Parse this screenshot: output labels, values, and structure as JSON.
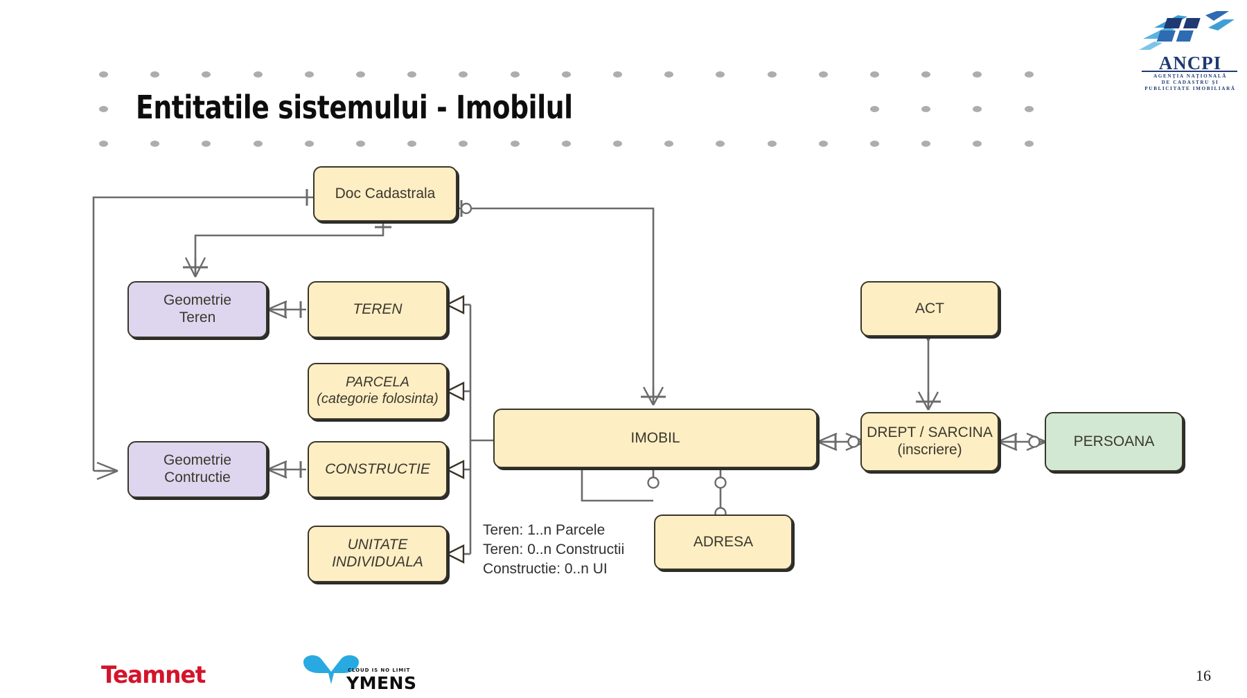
{
  "slide": {
    "title": "Entitatile sistemului  - Imobilul",
    "page_number": "16",
    "background_color": "#ffffff",
    "dot_color": "#adadad"
  },
  "logo_ancpi": {
    "name": "ANCPI",
    "subtitle_line1": "AGENȚIA NAȚIONALĂ",
    "subtitle_line2": "DE CADASTRU ȘI",
    "subtitle_line3": "PUBLICITATE IMOBILIARĂ",
    "color": "#1f3a73"
  },
  "footer": {
    "teamnet_label": "Teamnet",
    "teamnet_color": "#d3142b",
    "ymens_label": "YMENS",
    "ymens_tagline": "CLOUD IS NO LIMIT",
    "ymens_color": "#29a9e1"
  },
  "diagram": {
    "type": "entity-relationship",
    "colors": {
      "entity_yellow": "#fdeec4",
      "entity_purple": "#ded6ef",
      "entity_green": "#d2e8d2",
      "border": "#3a3528",
      "connector": "#6b6b6b"
    },
    "nodes": [
      {
        "id": "doc",
        "label": "Doc Cadastrala",
        "fill": "yellow",
        "italic": false
      },
      {
        "id": "geoteren",
        "label": "Geometrie\nTeren",
        "fill": "purple",
        "italic": false
      },
      {
        "id": "teren",
        "label": "TEREN",
        "fill": "yellow",
        "italic": true
      },
      {
        "id": "parcela",
        "label": "PARCELA\n(categorie folosinta)",
        "fill": "yellow",
        "italic": true
      },
      {
        "id": "geoconstr",
        "label": "Geometrie\nContructie",
        "fill": "purple",
        "italic": false
      },
      {
        "id": "constructie",
        "label": "CONSTRUCTIE",
        "fill": "yellow",
        "italic": true
      },
      {
        "id": "unitate",
        "label": "UNITATE\nINDIVIDUALA",
        "fill": "yellow",
        "italic": true
      },
      {
        "id": "imobil",
        "label": "IMOBIL",
        "fill": "yellow",
        "italic": false
      },
      {
        "id": "adresa",
        "label": "ADRESA",
        "fill": "yellow",
        "italic": false
      },
      {
        "id": "act",
        "label": "ACT",
        "fill": "yellow",
        "italic": false
      },
      {
        "id": "drept",
        "label": "DREPT / SARCINA\n(inscriere)",
        "fill": "yellow",
        "italic": false
      },
      {
        "id": "persoana",
        "label": "PERSOANA",
        "fill": "green",
        "italic": false
      }
    ],
    "note": "Teren: 1..n Parcele\nTeren: 0..n Constructii\nConstructie: 0..n UI",
    "cardinality_notes": [
      "Teren: 1..n Parcele",
      "Teren: 0..n Constructii",
      "Constructie: 0..n UI"
    ]
  }
}
